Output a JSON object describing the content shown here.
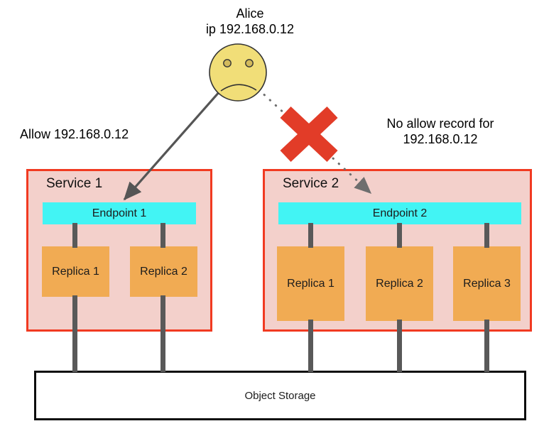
{
  "colors": {
    "service_border": "#f13a21",
    "service_fill": "#f3d0cb",
    "endpoint_fill": "#42f4f4",
    "replica_fill": "#f1ab53",
    "connector": "#595959",
    "arrow_solid": "#555555",
    "arrow_dotted": "#6e6e6e",
    "x_mark": "#e23c28",
    "face_fill": "#f1de78",
    "face_stroke": "#333333",
    "eye_fill": "#d3ba5c",
    "storage_border": "#0d0d0d"
  },
  "alice": {
    "name": "Alice",
    "ip": "ip 192.168.0.12"
  },
  "annotations": {
    "allow": "Allow 192.168.0.12",
    "deny_line1": "No allow record for",
    "deny_line2": "192.168.0.12"
  },
  "services": [
    {
      "title": "Service 1",
      "endpoint": "Endpoint 1",
      "replicas": [
        "Replica 1",
        "Replica 2"
      ]
    },
    {
      "title": "Service 2",
      "endpoint": "Endpoint 2",
      "replicas": [
        "Replica 1",
        "Replica 2",
        "Replica 3"
      ]
    }
  ],
  "storage": {
    "label": "Object Storage"
  }
}
